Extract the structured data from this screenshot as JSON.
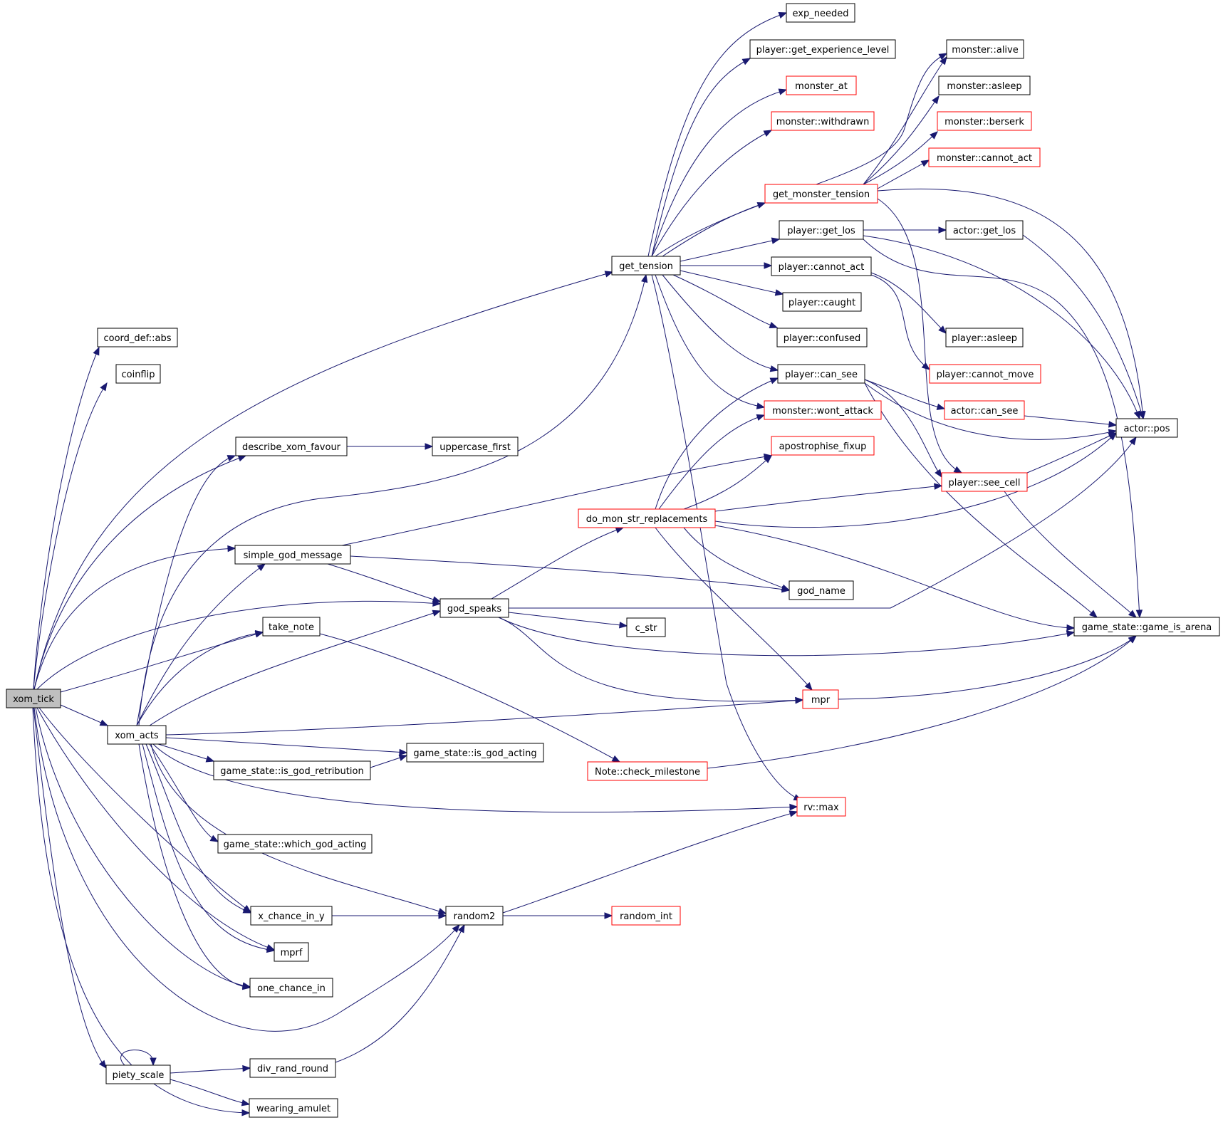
{
  "colors": {
    "edge": "#191970",
    "normal_border": "#000000",
    "truncated_border": "#ff0000",
    "root_fill": "#bfbfbf",
    "node_fill": "#ffffff"
  },
  "nodes": [
    {
      "id": "xom_tick",
      "label": "xom_tick",
      "style": "root"
    },
    {
      "id": "coord_abs",
      "label": "coord_def::abs",
      "style": "normal"
    },
    {
      "id": "coinflip",
      "label": "coinflip",
      "style": "normal"
    },
    {
      "id": "describe_xom_favour",
      "label": "describe_xom_favour",
      "style": "normal"
    },
    {
      "id": "uppercase_first",
      "label": "uppercase_first",
      "style": "normal"
    },
    {
      "id": "simple_god_message",
      "label": "simple_god_message",
      "style": "normal"
    },
    {
      "id": "take_note",
      "label": "take_note",
      "style": "normal"
    },
    {
      "id": "xom_acts",
      "label": "xom_acts",
      "style": "normal"
    },
    {
      "id": "is_god_retribution",
      "label": "game_state::is_god_retribution",
      "style": "normal"
    },
    {
      "id": "is_god_acting",
      "label": "game_state::is_god_acting",
      "style": "normal"
    },
    {
      "id": "which_god_acting",
      "label": "game_state::which_god_acting",
      "style": "normal"
    },
    {
      "id": "x_chance_in_y",
      "label": "x_chance_in_y",
      "style": "normal"
    },
    {
      "id": "mprf",
      "label": "mprf",
      "style": "normal"
    },
    {
      "id": "one_chance_in",
      "label": "one_chance_in",
      "style": "normal"
    },
    {
      "id": "piety_scale",
      "label": "piety_scale",
      "style": "normal"
    },
    {
      "id": "div_rand_round",
      "label": "div_rand_round",
      "style": "normal"
    },
    {
      "id": "wearing_amulet",
      "label": "wearing_amulet",
      "style": "normal"
    },
    {
      "id": "random2",
      "label": "random2",
      "style": "normal"
    },
    {
      "id": "random_int",
      "label": "random_int",
      "style": "truncated"
    },
    {
      "id": "god_speaks",
      "label": "god_speaks",
      "style": "normal"
    },
    {
      "id": "c_str",
      "label": "c_str",
      "style": "normal"
    },
    {
      "id": "do_mon_str_replacements",
      "label": "do_mon_str_replacements",
      "style": "truncated"
    },
    {
      "id": "Note_check_milestone",
      "label": "Note::check_milestone",
      "style": "truncated"
    },
    {
      "id": "mpr",
      "label": "mpr",
      "style": "truncated"
    },
    {
      "id": "rv_max",
      "label": "rv::max",
      "style": "truncated"
    },
    {
      "id": "get_tension",
      "label": "get_tension",
      "style": "normal"
    },
    {
      "id": "exp_needed",
      "label": "exp_needed",
      "style": "normal"
    },
    {
      "id": "player_get_experience_level",
      "label": "player::get_experience_level",
      "style": "normal"
    },
    {
      "id": "monster_at",
      "label": "monster_at",
      "style": "truncated"
    },
    {
      "id": "monster_withdrawn",
      "label": "monster::withdrawn",
      "style": "truncated"
    },
    {
      "id": "get_monster_tension",
      "label": "get_monster_tension",
      "style": "truncated"
    },
    {
      "id": "player_get_los",
      "label": "player::get_los",
      "style": "normal"
    },
    {
      "id": "player_cannot_act",
      "label": "player::cannot_act",
      "style": "normal"
    },
    {
      "id": "player_caught",
      "label": "player::caught",
      "style": "normal"
    },
    {
      "id": "player_confused",
      "label": "player::confused",
      "style": "normal"
    },
    {
      "id": "player_can_see",
      "label": "player::can_see",
      "style": "normal"
    },
    {
      "id": "monster_wont_attack",
      "label": "monster::wont_attack",
      "style": "truncated"
    },
    {
      "id": "apostrophise_fixup",
      "label": "apostrophise_fixup",
      "style": "truncated"
    },
    {
      "id": "god_name",
      "label": "god_name",
      "style": "normal"
    },
    {
      "id": "monster_alive",
      "label": "monster::alive",
      "style": "normal"
    },
    {
      "id": "monster_asleep",
      "label": "monster::asleep",
      "style": "normal"
    },
    {
      "id": "monster_berserk",
      "label": "monster::berserk",
      "style": "truncated"
    },
    {
      "id": "monster_cannot_act",
      "label": "monster::cannot_act",
      "style": "truncated"
    },
    {
      "id": "actor_get_los",
      "label": "actor::get_los",
      "style": "normal"
    },
    {
      "id": "player_asleep",
      "label": "player::asleep",
      "style": "normal"
    },
    {
      "id": "player_cannot_move",
      "label": "player::cannot_move",
      "style": "truncated"
    },
    {
      "id": "actor_can_see",
      "label": "actor::can_see",
      "style": "truncated"
    },
    {
      "id": "player_see_cell",
      "label": "player::see_cell",
      "style": "truncated"
    },
    {
      "id": "actor_pos",
      "label": "actor::pos",
      "style": "normal"
    },
    {
      "id": "game_is_arena",
      "label": "game_state::game_is_arena",
      "style": "normal"
    }
  ],
  "edges": [
    {
      "from": "xom_tick",
      "to": "coord_abs"
    },
    {
      "from": "xom_tick",
      "to": "coinflip"
    },
    {
      "from": "xom_tick",
      "to": "describe_xom_favour"
    },
    {
      "from": "xom_tick",
      "to": "simple_god_message"
    },
    {
      "from": "xom_tick",
      "to": "get_tension"
    },
    {
      "from": "xom_tick",
      "to": "god_speaks"
    },
    {
      "from": "xom_tick",
      "to": "take_note"
    },
    {
      "from": "xom_tick",
      "to": "xom_acts"
    },
    {
      "from": "xom_tick",
      "to": "x_chance_in_y"
    },
    {
      "from": "xom_tick",
      "to": "mprf"
    },
    {
      "from": "xom_tick",
      "to": "one_chance_in"
    },
    {
      "from": "xom_tick",
      "to": "random2"
    },
    {
      "from": "xom_tick",
      "to": "piety_scale"
    },
    {
      "from": "xom_tick",
      "to": "wearing_amulet"
    },
    {
      "from": "describe_xom_favour",
      "to": "uppercase_first"
    },
    {
      "from": "simple_god_message",
      "to": "god_speaks"
    },
    {
      "from": "simple_god_message",
      "to": "god_name"
    },
    {
      "from": "simple_god_message",
      "to": "apostrophise_fixup"
    },
    {
      "from": "take_note",
      "to": "Note_check_milestone"
    },
    {
      "from": "xom_acts",
      "to": "describe_xom_favour"
    },
    {
      "from": "xom_acts",
      "to": "simple_god_message"
    },
    {
      "from": "xom_acts",
      "to": "take_note"
    },
    {
      "from": "xom_acts",
      "to": "god_speaks"
    },
    {
      "from": "xom_acts",
      "to": "get_tension"
    },
    {
      "from": "xom_acts",
      "to": "mpr"
    },
    {
      "from": "xom_acts",
      "to": "is_god_acting"
    },
    {
      "from": "xom_acts",
      "to": "is_god_retribution"
    },
    {
      "from": "xom_acts",
      "to": "rv_max"
    },
    {
      "from": "xom_acts",
      "to": "which_god_acting"
    },
    {
      "from": "xom_acts",
      "to": "x_chance_in_y"
    },
    {
      "from": "xom_acts",
      "to": "random2"
    },
    {
      "from": "xom_acts",
      "to": "mprf"
    },
    {
      "from": "xom_acts",
      "to": "one_chance_in"
    },
    {
      "from": "is_god_retribution",
      "to": "is_god_acting"
    },
    {
      "from": "x_chance_in_y",
      "to": "random2"
    },
    {
      "from": "piety_scale",
      "to": "piety_scale"
    },
    {
      "from": "piety_scale",
      "to": "div_rand_round"
    },
    {
      "from": "piety_scale",
      "to": "wearing_amulet"
    },
    {
      "from": "div_rand_round",
      "to": "random2"
    },
    {
      "from": "random2",
      "to": "random_int"
    },
    {
      "from": "random2",
      "to": "rv_max"
    },
    {
      "from": "god_speaks",
      "to": "do_mon_str_replacements"
    },
    {
      "from": "god_speaks",
      "to": "c_str"
    },
    {
      "from": "god_speaks",
      "to": "mpr"
    },
    {
      "from": "god_speaks",
      "to": "actor_pos"
    },
    {
      "from": "god_speaks",
      "to": "game_is_arena"
    },
    {
      "from": "do_mon_str_replacements",
      "to": "player_can_see"
    },
    {
      "from": "do_mon_str_replacements",
      "to": "monster_wont_attack"
    },
    {
      "from": "do_mon_str_replacements",
      "to": "apostrophise_fixup"
    },
    {
      "from": "do_mon_str_replacements",
      "to": "player_see_cell"
    },
    {
      "from": "do_mon_str_replacements",
      "to": "actor_pos"
    },
    {
      "from": "do_mon_str_replacements",
      "to": "god_name"
    },
    {
      "from": "do_mon_str_replacements",
      "to": "game_is_arena"
    },
    {
      "from": "do_mon_str_replacements",
      "to": "mpr"
    },
    {
      "from": "Note_check_milestone",
      "to": "game_is_arena"
    },
    {
      "from": "mpr",
      "to": "game_is_arena"
    },
    {
      "from": "get_tension",
      "to": "exp_needed"
    },
    {
      "from": "get_tension",
      "to": "player_get_experience_level"
    },
    {
      "from": "get_tension",
      "to": "monster_at"
    },
    {
      "from": "get_tension",
      "to": "monster_withdrawn"
    },
    {
      "from": "get_tension",
      "to": "monster_alive"
    },
    {
      "from": "get_tension",
      "to": "get_monster_tension"
    },
    {
      "from": "get_tension",
      "to": "player_get_los"
    },
    {
      "from": "get_tension",
      "to": "player_cannot_act"
    },
    {
      "from": "get_tension",
      "to": "player_caught"
    },
    {
      "from": "get_tension",
      "to": "player_confused"
    },
    {
      "from": "get_tension",
      "to": "player_can_see"
    },
    {
      "from": "get_tension",
      "to": "monster_wont_attack"
    },
    {
      "from": "get_tension",
      "to": "rv_max"
    },
    {
      "from": "get_monster_tension",
      "to": "monster_alive"
    },
    {
      "from": "get_monster_tension",
      "to": "monster_asleep"
    },
    {
      "from": "get_monster_tension",
      "to": "monster_berserk"
    },
    {
      "from": "get_monster_tension",
      "to": "monster_cannot_act"
    },
    {
      "from": "get_monster_tension",
      "to": "actor_pos"
    },
    {
      "from": "get_monster_tension",
      "to": "player_see_cell"
    },
    {
      "from": "player_get_los",
      "to": "actor_get_los"
    },
    {
      "from": "player_get_los",
      "to": "actor_pos"
    },
    {
      "from": "player_get_los",
      "to": "game_is_arena"
    },
    {
      "from": "actor_get_los",
      "to": "actor_pos"
    },
    {
      "from": "player_cannot_act",
      "to": "player_asleep"
    },
    {
      "from": "player_cannot_act",
      "to": "player_cannot_move"
    },
    {
      "from": "player_can_see",
      "to": "actor_can_see"
    },
    {
      "from": "player_can_see",
      "to": "player_see_cell"
    },
    {
      "from": "player_can_see",
      "to": "actor_pos"
    },
    {
      "from": "player_can_see",
      "to": "game_is_arena"
    },
    {
      "from": "actor_can_see",
      "to": "actor_pos"
    },
    {
      "from": "player_see_cell",
      "to": "actor_pos"
    },
    {
      "from": "player_see_cell",
      "to": "game_is_arena"
    }
  ]
}
